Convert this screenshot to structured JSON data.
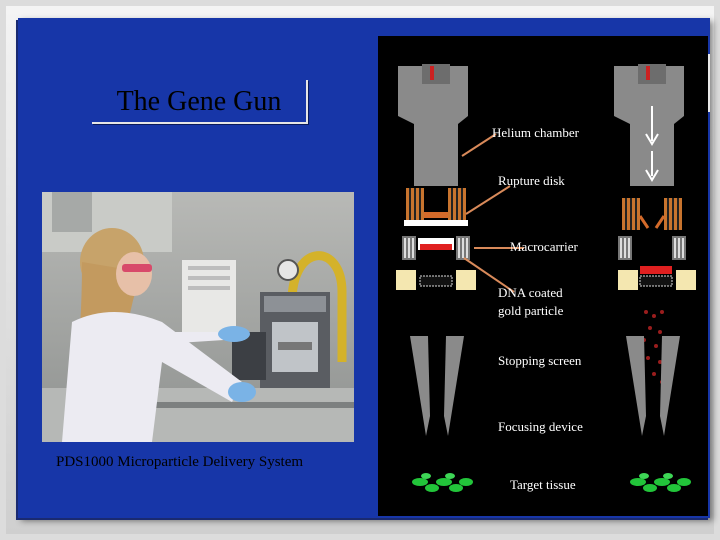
{
  "slide": {
    "title": "The Gene Gun",
    "photo_caption": "PDS1000 Microparticle Delivery System"
  },
  "diagram": {
    "labels": {
      "helium_chamber": "Helium chamber",
      "rupture_disk": "Rupture disk",
      "macrocarrier": "Macrocarrier",
      "dna_line1": "DNA coated",
      "dna_line2": "gold particle",
      "stopping_screen": "Stopping screen",
      "focusing_device": "Focusing device",
      "target_tissue": "Target tissue"
    }
  },
  "colors": {
    "slide_background": "#1736a8",
    "diagram_background": "#000000",
    "device_gray": "#8a8a8a",
    "rupture_disk_orange": "#c8742e",
    "macrocarrier_red": "#e02020",
    "tissue_green": "#22c53a",
    "pointer_line": "#d98a5a"
  }
}
